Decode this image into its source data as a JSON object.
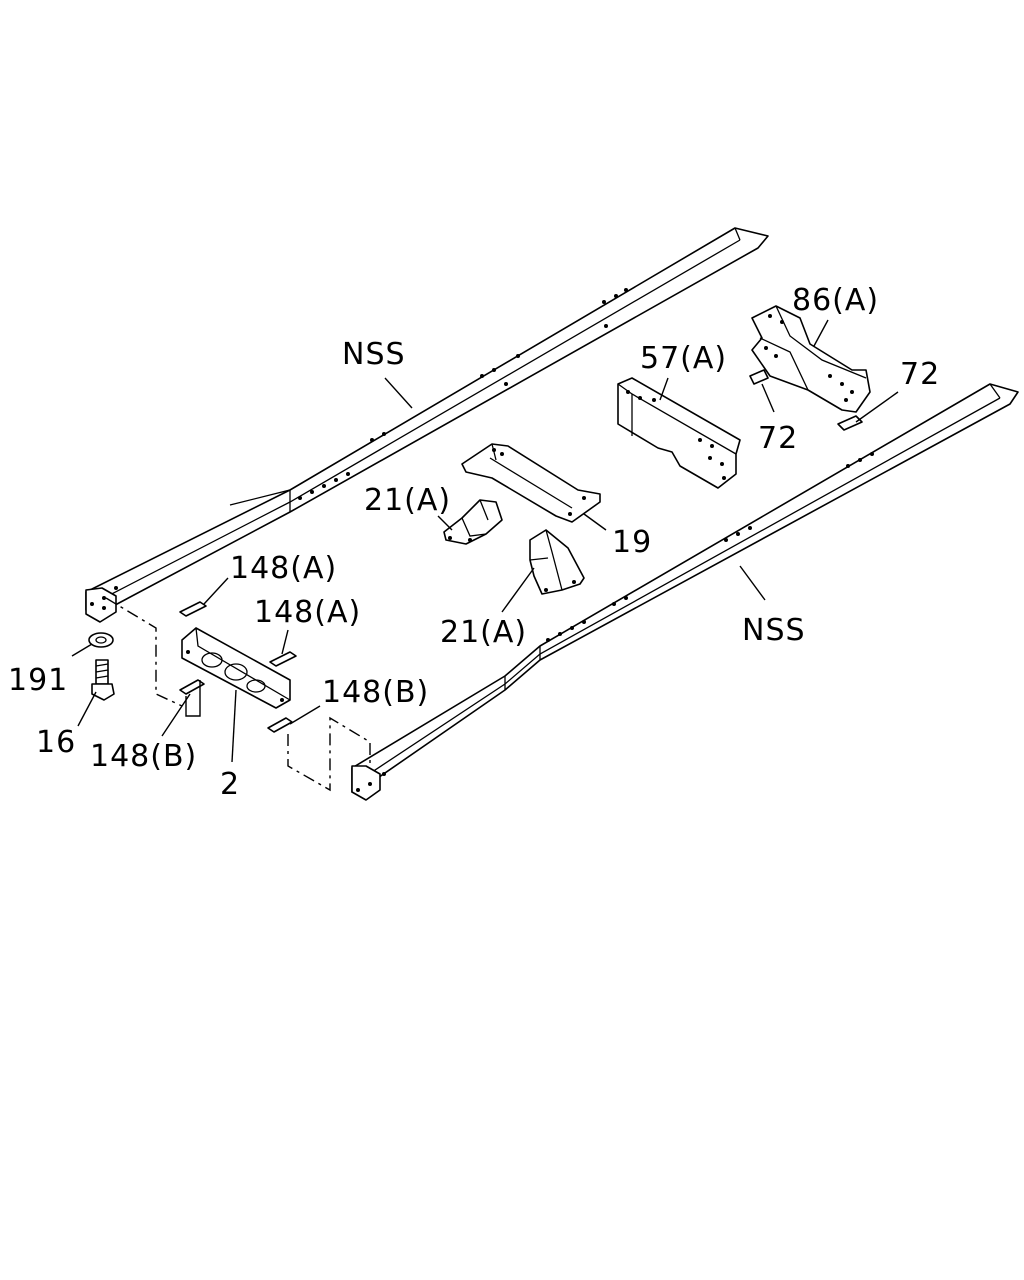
{
  "callouts": {
    "nss_upper": "NSS",
    "nss_lower": "NSS",
    "p86a": "86(A)",
    "p57a": "57(A)",
    "p72_upper": "72",
    "p72_lower": "72",
    "p21a_upper": "21(A)",
    "p21a_lower": "21(A)",
    "p19": "19",
    "p148a_upper": "148(A)",
    "p148a_lower": "148(A)",
    "p148b_right": "148(B)",
    "p148b_left": "148(B)",
    "p191": "191",
    "p16": "16",
    "p2": "2"
  },
  "colors": {
    "line": "#000000",
    "background": "#ffffff"
  }
}
